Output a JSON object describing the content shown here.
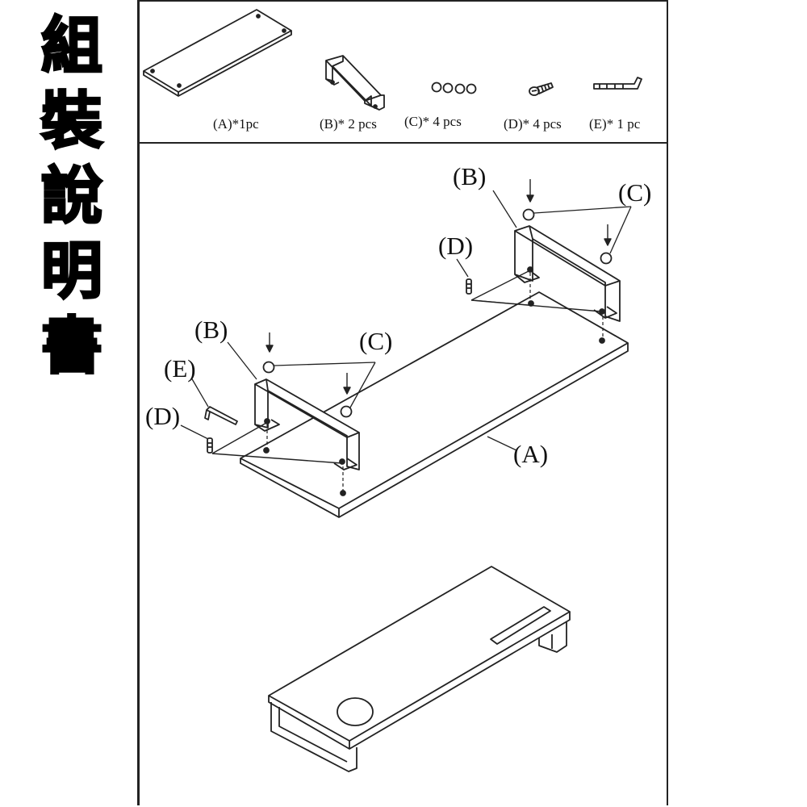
{
  "title": {
    "chars": [
      "組",
      "裝",
      "說",
      "明",
      "書"
    ]
  },
  "parts": [
    {
      "id": "A",
      "label": "(A)*1pc"
    },
    {
      "id": "B",
      "label": "(B)* 2 pcs"
    },
    {
      "id": "C",
      "label": "(C)* 4 pcs"
    },
    {
      "id": "D",
      "label": "(D)* 4 pcs"
    },
    {
      "id": "E",
      "label": "(E)* 1 pc"
    }
  ],
  "callouts": {
    "b_right": "(B)",
    "c_right": "(C)",
    "d_right": "(D)",
    "b_left": "(B)",
    "c_left": "(C)",
    "e_left": "(E)",
    "d_left": "(D)",
    "a_board": "(A)"
  }
}
